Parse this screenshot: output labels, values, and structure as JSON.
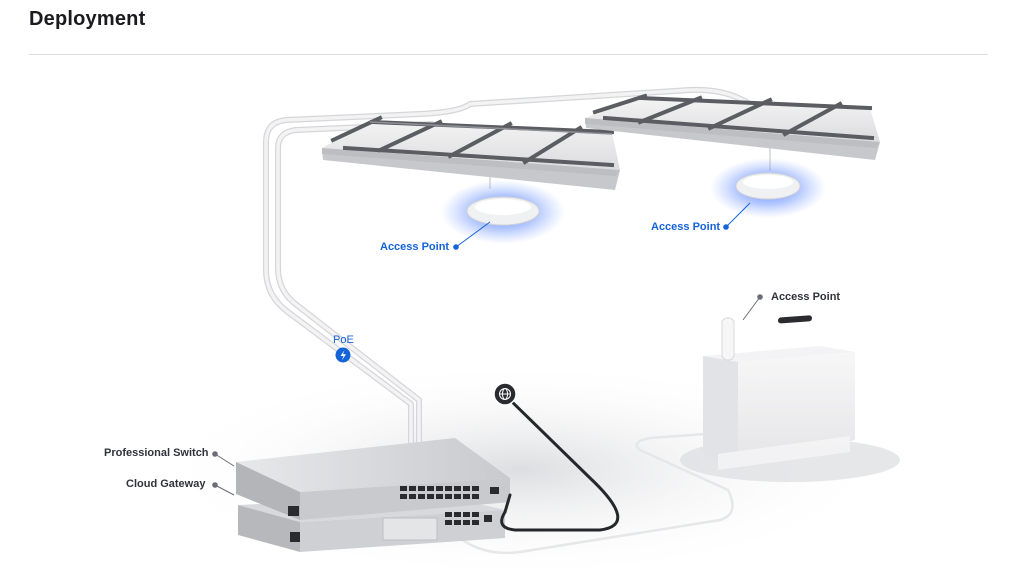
{
  "header": {
    "title": "Deployment"
  },
  "labels": {
    "ap_ceiling_left": "Access Point",
    "ap_ceiling_right": "Access Point",
    "ap_outdoor": "Access Point",
    "switch": "Professional Switch",
    "gateway": "Cloud Gateway",
    "poe": "PoE"
  },
  "icons": {
    "poe": "lightning-bolt-icon",
    "internet": "globe-icon"
  },
  "colors": {
    "accent": "#1463d9",
    "ap_glow": "#3a6cff",
    "label_dot": "#6b6e75",
    "cable": "#e9eaec",
    "internet_cable": "#26272b"
  }
}
